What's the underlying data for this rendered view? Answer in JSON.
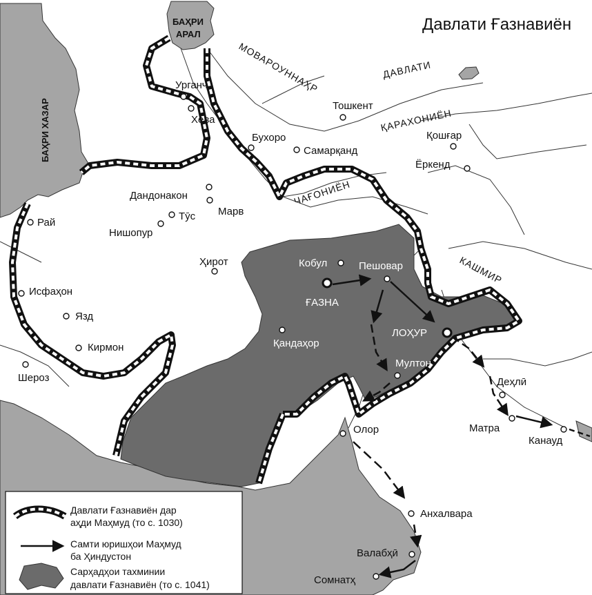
{
  "title": "Давлати Ғазнавиён",
  "seas": {
    "caspian": "БАҲРИ ХАЗАР",
    "aral_line1": "БАҲРИ",
    "aral_line2": "АРАЛ"
  },
  "regions": {
    "movarounnahr": "МОВАРОУННАҲР",
    "karakhanid_line1": "ДАВЛАТИ",
    "karakhanid_line2": "ҚАРАХОНИЁН",
    "chaghoniyon": "ЧАҒОНИЁН",
    "kashmir": "КАШМИР"
  },
  "cities": {
    "urganch": "Урганҷ",
    "heva": "Хева",
    "bukhoro": "Бухоро",
    "samarkand": "Самарқанд",
    "toshkent": "Тошкент",
    "koshgar": "Қошғар",
    "yorkand": "Ёркенд",
    "dandonakon": "Дандонакон",
    "marv": "Марв",
    "tus": "Тӯс",
    "nishopur": "Нишопур",
    "ray": "Рай",
    "hirot": "Ҳирот",
    "isfahon": "Исфаҳон",
    "yazd": "Язд",
    "kirmon": "Кирмон",
    "sheroz": "Шероз",
    "kobul": "Кобул",
    "peshovar": "Пешовар",
    "ghazna": "ҒАЗНА",
    "lohur": "ЛОҲУР",
    "kandahor": "Қандаҳор",
    "multon": "Мултон",
    "dehli": "Деҳлӣ",
    "matra": "Матра",
    "kanaud": "Канауд",
    "olor": "Олор",
    "anhalvara": "Анхалвара",
    "valabhi": "Валабҳӣ",
    "somnath": "Сомнатҳ"
  },
  "legend": {
    "border_line1": "Давлати Ғазнавиён дар",
    "border_line2": "аҳди Маҳмуд (то с. 1030)",
    "campaign_line1": "Самти юришҳои Маҳмуд",
    "campaign_line2": "ба Ҳиндустон",
    "area_line1": "Сарҳадҳои тахминии",
    "area_line2": "давлати Ғазнавиён (то с. 1041)"
  },
  "colors": {
    "water": "#a5a5a5",
    "territory": "#6b6b6b",
    "border": "#111111",
    "paper": "#ffffff"
  }
}
